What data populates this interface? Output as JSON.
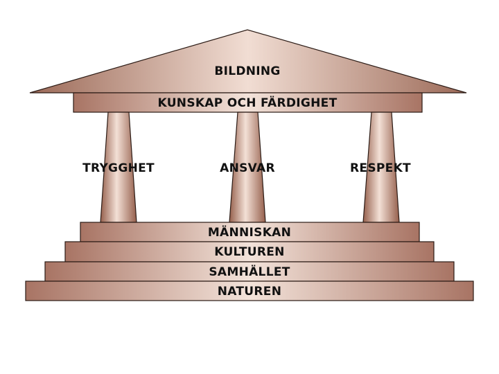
{
  "roof": {
    "label": "BILDNING"
  },
  "beam": {
    "label": "KUNSKAP OCH FÄRDIGHET"
  },
  "pillars": [
    {
      "label": "TRYGGHET"
    },
    {
      "label": "ANSVAR"
    },
    {
      "label": "RESPEKT"
    }
  ],
  "steps": [
    {
      "label": "MÄNNISKAN"
    },
    {
      "label": "KULTUREN"
    },
    {
      "label": "SAMHÄLLET"
    },
    {
      "label": "NATUREN"
    }
  ],
  "colors": {
    "dark": "#8a5a4a",
    "light": "#f1ddd3",
    "outline": "#2a1a14"
  }
}
